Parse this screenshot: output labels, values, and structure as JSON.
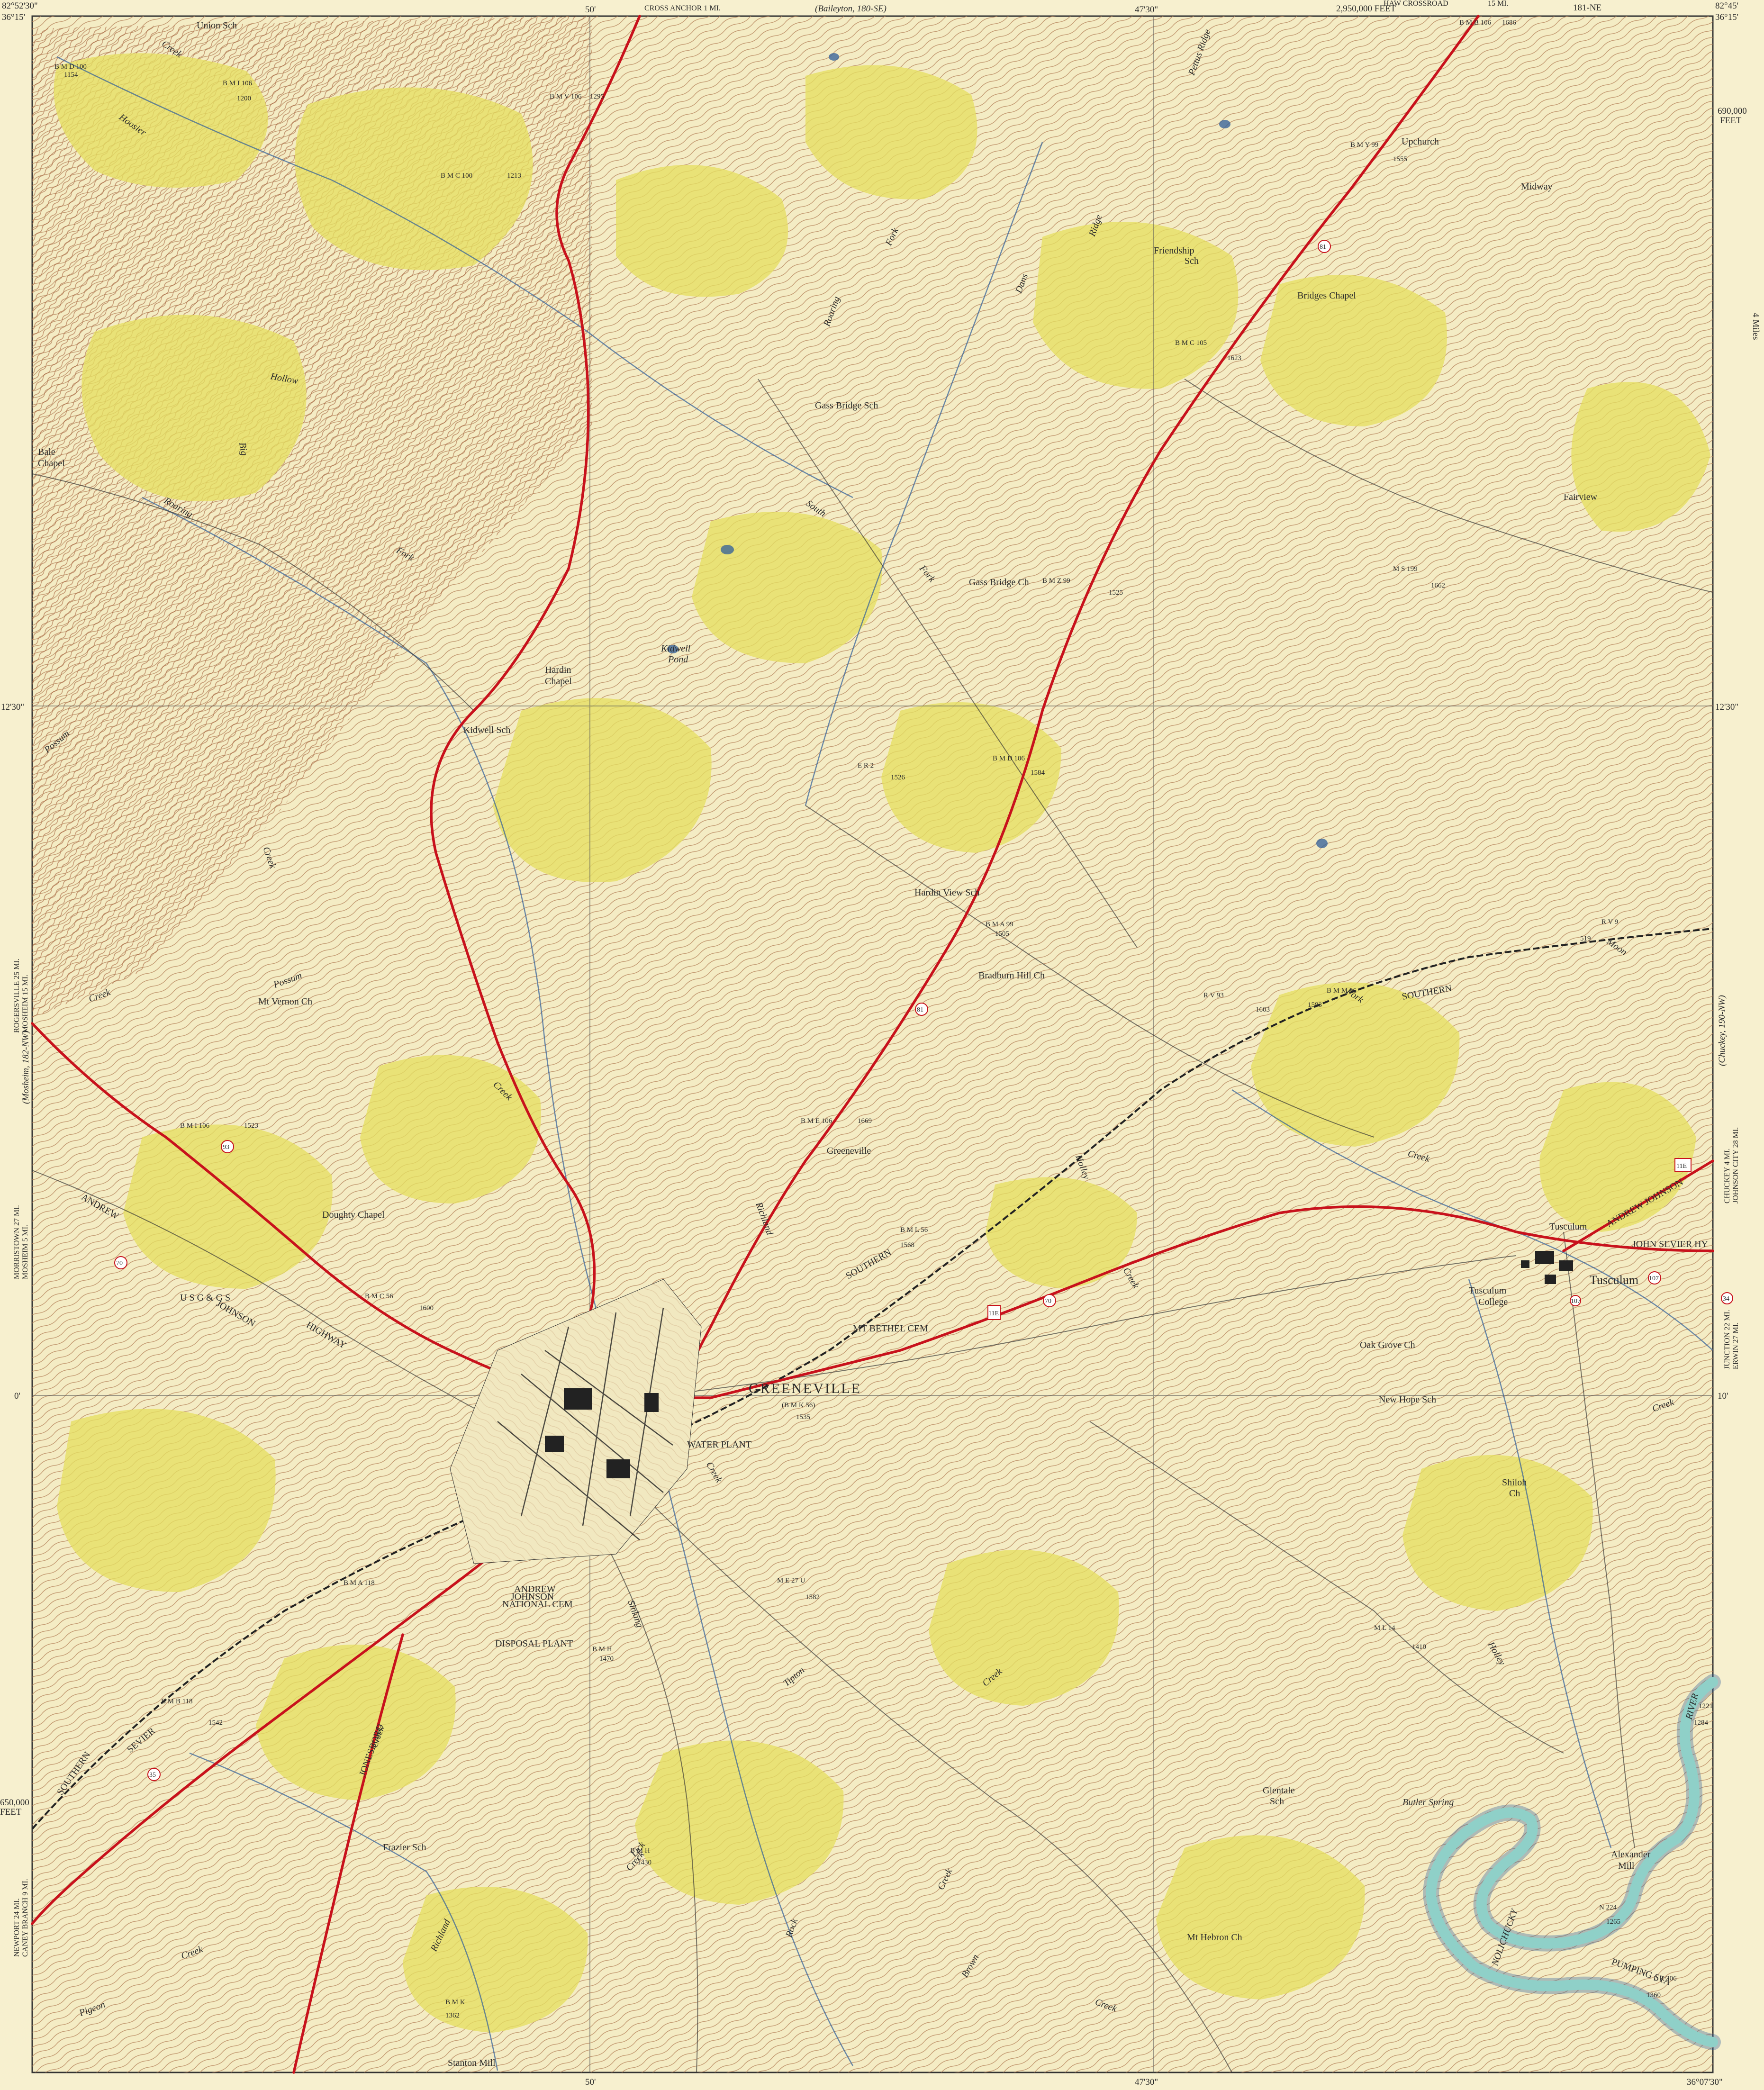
{
  "margin": {
    "coord_top_left": "82°52'30\"",
    "coord_top_right": "82°45'",
    "coord_tl_lat": "36°15'",
    "coord_tr_lat": "36°15'",
    "coord_top_50": "50'",
    "coord_top_4730": "47'30\"",
    "coord_left_1230": "12'30\"",
    "coord_right_1230": "12'30\"",
    "coord_left_10": "0'",
    "coord_right_10": "10'",
    "coord_br": "36°07'30\"",
    "coord_bottom_50": "50'",
    "coord_bottom_4730": "47'30\"",
    "baileyton": "(Baileyton, 180-SE)",
    "cross_anchor": "CROSS ANCHOR 1 MI.",
    "haw_crossroad": "HAW CROSSROAD",
    "haw_mi": "15 MI.",
    "quad_id": "181-NE",
    "feet_690000": "690,000",
    "feet_label_r": "FEET",
    "feet_2950000": "2,950,000 FEET",
    "mosheim": "(Mosheim, 182-NW)",
    "rogersville": "ROGERSVILLE 25 MI.",
    "mosheim_mi": "MOSHEIM 15 MI.",
    "morristown": "MORRISTOWN 27 MI.",
    "mosheim5": "MOSHEIM 5 MI.",
    "newport": "NEWPORT 24 MI.",
    "caney": "CANEY BRANCH 9 MI.",
    "feet_650000": "650,000",
    "feet_label_l": "FEET",
    "chuckey_quad": "(Chuckey, 190-NW)",
    "chuckey_mi": "CHUCKEY 4 MI.",
    "johnson_city": "JOHNSON CITY 28 MI.",
    "junction": "JUNCTION 22 MI.",
    "erwin": "ERWIN 27 MI.",
    "miles_edge": "4 Miles"
  },
  "places": {
    "union_sch": "Union Sch",
    "upchurch": "Upchurch",
    "friendship": "Friendship",
    "friendship_sch": "Sch",
    "bridges_chapel": "Bridges Chapel",
    "gass_bridge_sch": "Gass Bridge Sch",
    "fairview": "Fairview",
    "midway": "Midway",
    "bale_chapel_1": "Bale",
    "bale_chapel_2": "Chapel",
    "gass_bridge_ch": "Gass Bridge Ch",
    "kidwell_pond_1": "Kidwell",
    "kidwell_pond_2": "Pond",
    "hardin_chapel_1": "Hardin",
    "hardin_chapel_2": "Chapel",
    "kidwell_sch": "Kidwell Sch",
    "hardin_view_sch": "Hardin View Sch",
    "bradburn_hill_ch": "Bradburn Hill Ch",
    "mt_vernon_ch": "Mt Vernon Ch",
    "greeneville_small": "Greeneville",
    "doughty_chapel": "Doughty Chapel",
    "greeneville": "GREENEVILLE",
    "water_plant": "WATER PLANT",
    "mt_bethel_cem": "MT BETHEL CEM",
    "tusculum": "Tusculum",
    "tusculum_small": "Tusculum",
    "tusculum_college_1": "Tusculum",
    "tusculum_college_2": "College",
    "oak_grove_ch": "Oak Grove Ch",
    "new_hope_sch": "New Hope Sch",
    "shiloh_1": "Shiloh",
    "shiloh_2": "Ch",
    "andrew_johnson_1": "ANDREW",
    "andrew_johnson_2": "JOHNSON",
    "andrew_johnson_3": "NATIONAL CEM",
    "disposal_plant": "DISPOSAL PLANT",
    "glentale_1": "Glentale",
    "glentale_2": "Sch",
    "butler_spring": "Butler Spring",
    "alexander_mill_1": "Alexander",
    "alexander_mill_2": "Mill",
    "frazier_sch": "Frazier Sch",
    "mt_hebron_ch": "Mt Hebron Ch",
    "stanton_mill": "Stanton Mill",
    "usgs": "U S G & G S"
  },
  "hydro": {
    "hoosier": "Hoosier",
    "creek_1": "Creek",
    "big_hollow_1": "Big",
    "big_hollow_2": "Hollow",
    "roaring_1": "Roaring",
    "fork_1": "Fork",
    "roaring_2": "Roaring",
    "fork_2": "Fork",
    "south": "South",
    "fork_3": "Fork",
    "dans_ridge_1": "Dans",
    "dans_ridge_2": "Ridge",
    "pettus_ridge": "Pettus Ridge",
    "possum": "Possum",
    "creek_2": "Creek",
    "possum_2": "Possum",
    "creek_3": "Creek",
    "richland_1": "Richland",
    "creek_4": "Creek",
    "holley": "Holley",
    "creek_5": "Creek",
    "moon": "Moon",
    "fork_4": "Fork",
    "creek_6": "Creek",
    "creek_7": "Creek",
    "holley_2": "Holley",
    "river": "RIVER",
    "nolichucky": "NOLICHUCKY",
    "pigeon": "Pigeon",
    "creek_8": "Creek",
    "richland_2": "Richland",
    "creek_9": "Creek",
    "sinking": "Sinking",
    "creek_10": "Creek",
    "lick": "Lick",
    "creek_11": "Creek",
    "rock_1": "Rock",
    "creek_12": "Creek",
    "brown": "Brown",
    "creek_13": "Creek",
    "tipton": "Tipton",
    "creek_14": "Creek"
  },
  "survey": {
    "bm_d100": "B M D 100",
    "bm_1154": "1154",
    "bm_i106": "B M I 106",
    "bm_1200": "1200",
    "bm_v106": "B M V 106",
    "bm_1295": "1295",
    "bm_c100": "B M C 100",
    "bm_1213": "1213",
    "bm_b106": "B M B 106",
    "bm_1686": "1686",
    "bm_y99": "B M Y 99",
    "bm_1555": "1555",
    "bm_c105": "B M C 105",
    "bm_1623": "1623",
    "bm_z99": "B M Z 99",
    "bm_1525": "1525",
    "ms_199": "M S 199",
    "ms_1662": "1662",
    "er_2": "E R 2",
    "er_1526": "1526",
    "bm_d106": "B M D 106",
    "bm_1584": "1584",
    "bm_a99": "B M A 99",
    "bm_1505": "1505",
    "rv_93": "R V 93",
    "rv_1603": "1603",
    "bm_m96": "B M M 96",
    "bm_1583": "1583",
    "rv_9": "R V 9",
    "rv_519": "519",
    "bm_e106": "B M E 106",
    "bm_1669": "1669",
    "bm_b106_2": "B M I 106",
    "bm_1523": "1523",
    "bm_l56": "B M L 56",
    "bm_1568": "1568",
    "bm_c56": "B M C 56",
    "bm_1600": "1600",
    "bm_k56": "(B M K 56)",
    "bm_1535": "1535",
    "bm_a118": "B M A 118",
    "me_27u": "M E 27 U",
    "me_1582": "1582",
    "bm_h": "B M H",
    "bm_1470": "1470",
    "bm_b118": "B M B 118",
    "bm_1542": "1542",
    "ml_14": "M L 14",
    "ml_1410": "1410",
    "bm_1221": "1221",
    "bm_1284": "1284",
    "n224": "N 224",
    "n1265": "1265",
    "lr_306": "L R 306",
    "lr_1360": "1360",
    "bm_k": "B M K",
    "bm_1362": "1362",
    "bm_h_2": "B M H",
    "bm_1430": "1430"
  },
  "routes": {
    "r81a": "81",
    "r81b": "81",
    "r93": "93",
    "r70a": "70",
    "r11e": "11E",
    "r11e_b": "11E",
    "r70b": "70",
    "r35": "35",
    "r107": "107",
    "r107b": "107",
    "r34": "34"
  },
  "features": {
    "southern_1": "SOUTHERN",
    "southern_2": "SOUTHERN",
    "southern_3": "SOUTHERN",
    "andrew_johnson_hwy": "ANDREW",
    "highway": "HIGHWAY",
    "johnson": "JOHNSON",
    "john_sevier_hwy": "JOHN SEVIER HY",
    "sevier": "SEVIER",
    "jonesboro": "JONESBORO",
    "andrew_johnson_e": "ANDREW JOHNSON",
    "pumping_sta": "PUMPING STA"
  },
  "colors": {
    "paper": "#f4ecc4",
    "woodland": "#e6df62",
    "contour": "#b07a52",
    "road_red": "#c8121c",
    "water": "#2f5e9a",
    "river_fill": "#8fd0c8",
    "black": "#2a2a2a"
  }
}
